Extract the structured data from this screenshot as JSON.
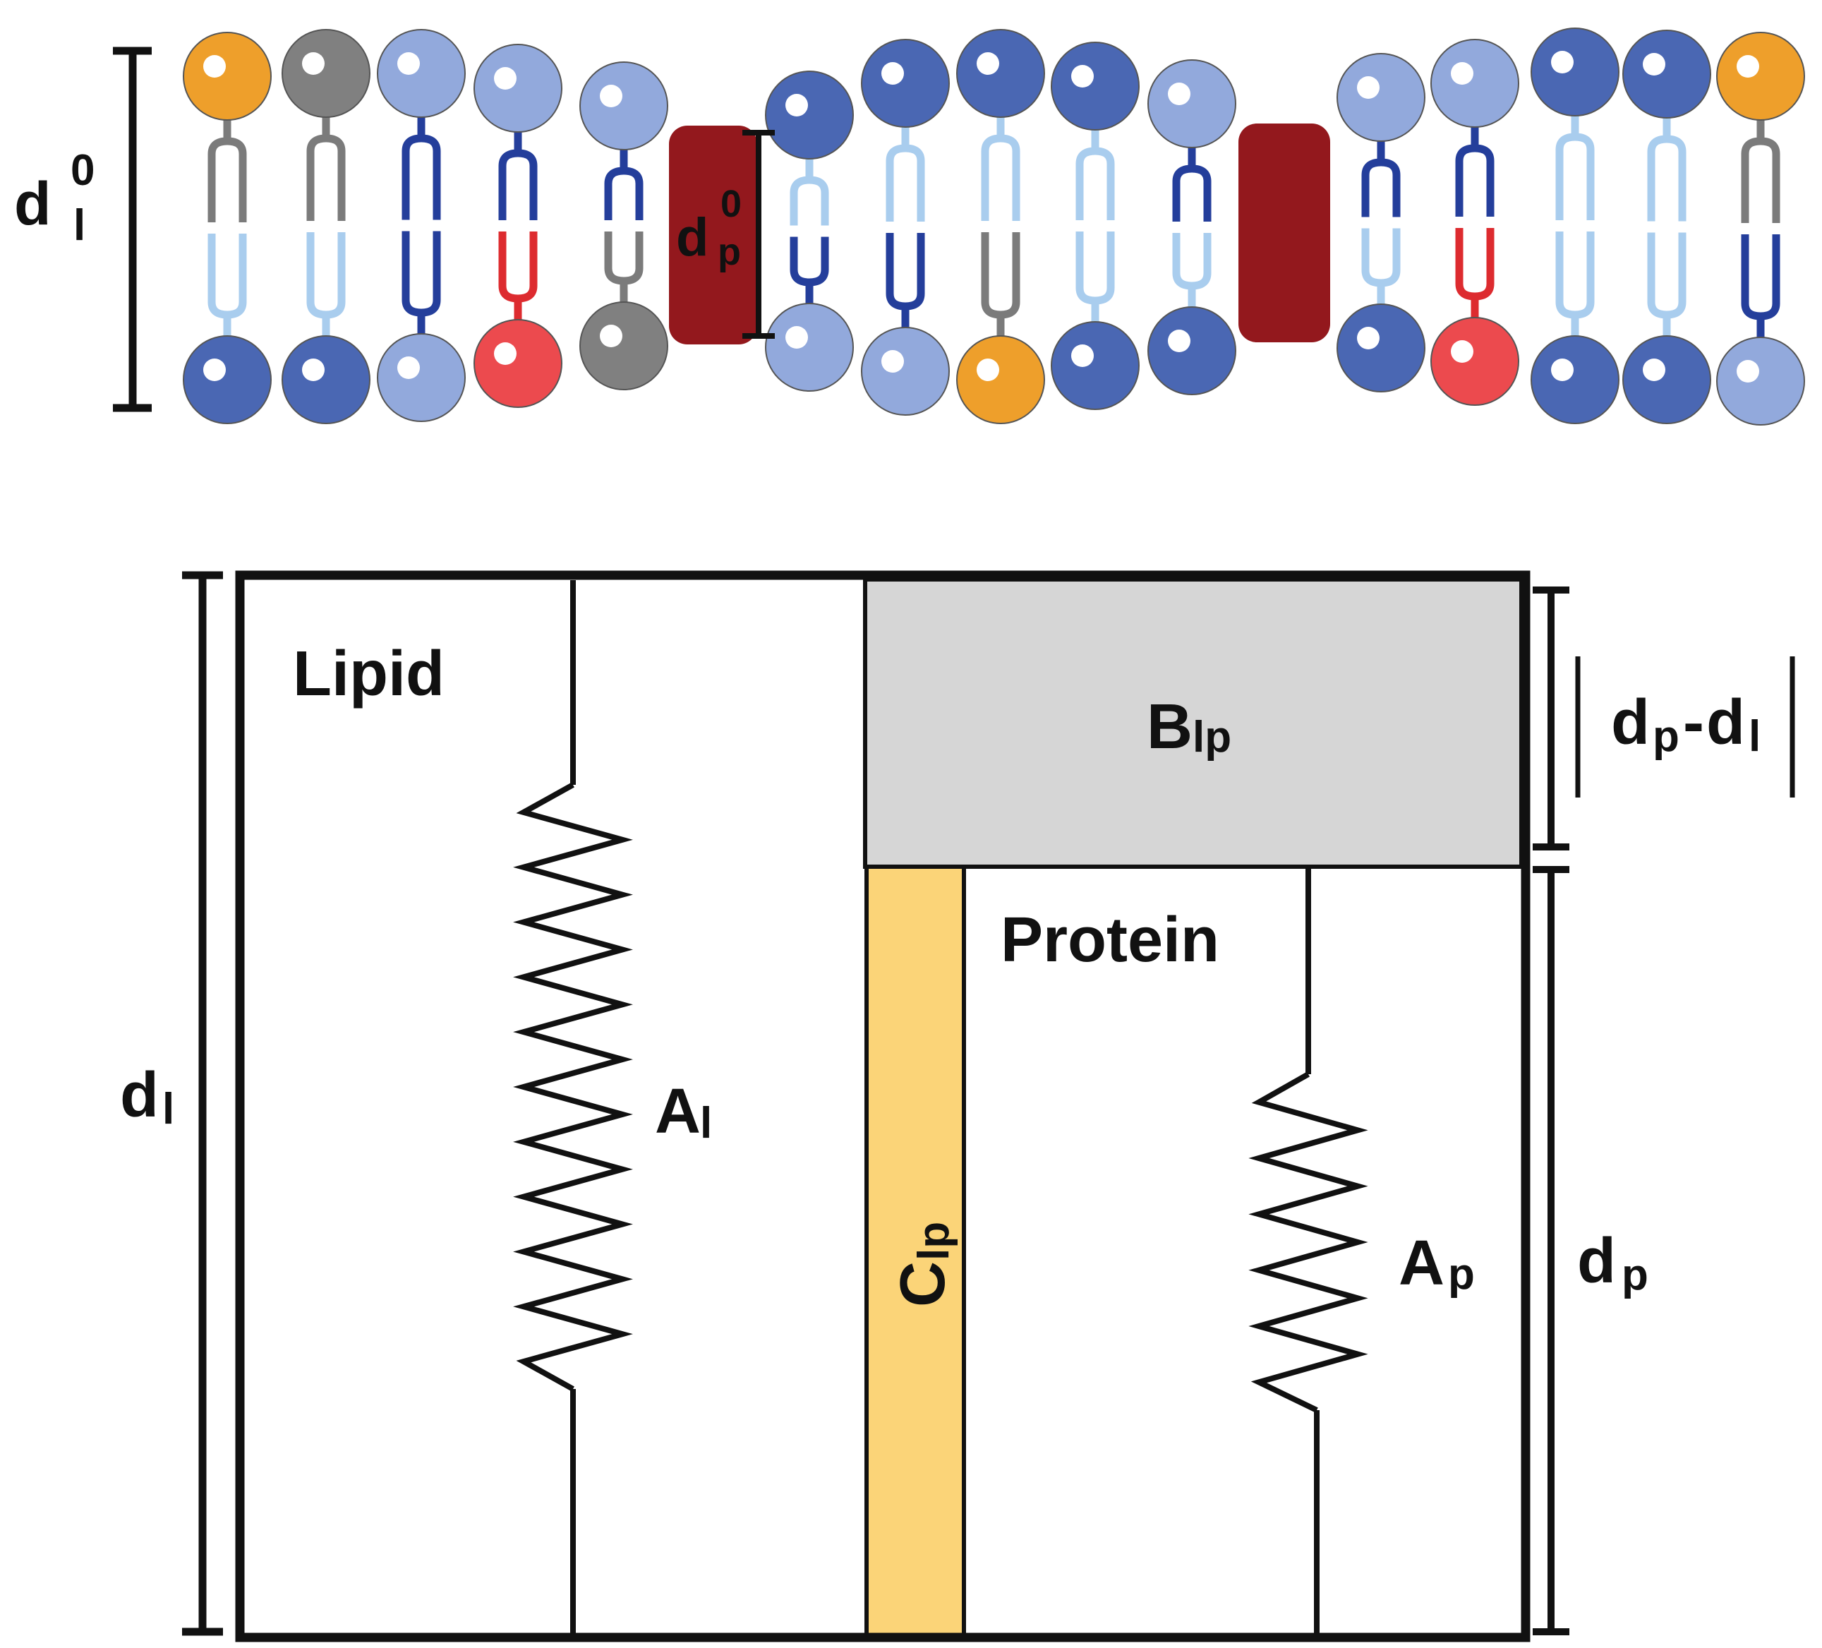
{
  "membrane": {
    "label_d": "d",
    "label_l_sub": "l",
    "label_zero_sup": "0",
    "label_p_sub": "p",
    "lipids": [
      {
        "top": "orange",
        "tail_top": "gray",
        "tail_bottom": "lightblue",
        "bottom": "darkblue"
      },
      {
        "top": "gray",
        "tail_top": "gray",
        "tail_bottom": "lightblue",
        "bottom": "darkblue"
      },
      {
        "top": "lightblue",
        "tail_top": "darkblue",
        "tail_bottom": "darkblue",
        "bottom": "lightblue"
      },
      {
        "top": "lightblue",
        "tail_top": "darkblue",
        "tail_bottom": "red",
        "bottom": "red"
      },
      {
        "top": "lightblue",
        "tail_top": "darkblue",
        "tail_bottom": "gray",
        "bottom": "gray"
      },
      {
        "top": "darkblue",
        "tail_top": "lightblue",
        "tail_bottom": "darkblue",
        "bottom": "lightblue"
      },
      {
        "top": "darkblue",
        "tail_top": "lightblue",
        "tail_bottom": "darkblue",
        "bottom": "lightblue"
      },
      {
        "top": "darkblue",
        "tail_top": "lightblue",
        "tail_bottom": "gray",
        "bottom": "orange"
      },
      {
        "top": "darkblue",
        "tail_top": "lightblue",
        "tail_bottom": "lightblue",
        "bottom": "darkblue"
      },
      {
        "top": "lightblue",
        "tail_top": "darkblue",
        "tail_bottom": "lightblue",
        "bottom": "darkblue"
      },
      {
        "top": "lightblue",
        "tail_top": "darkblue",
        "tail_bottom": "lightblue",
        "bottom": "darkblue"
      },
      {
        "top": "lightblue",
        "tail_top": "darkblue",
        "tail_bottom": "red",
        "bottom": "red"
      },
      {
        "top": "darkblue",
        "tail_top": "lightblue",
        "tail_bottom": "lightblue",
        "bottom": "darkblue"
      },
      {
        "top": "darkblue",
        "tail_top": "lightblue",
        "tail_bottom": "lightblue",
        "bottom": "darkblue"
      },
      {
        "top": "orange",
        "tail_top": "gray",
        "tail_bottom": "darkblue",
        "bottom": "lightblue"
      }
    ]
  },
  "model": {
    "lipid_label": "Lipid",
    "protein_label": "Protein",
    "a_l": {
      "main": "A",
      "sub": "l"
    },
    "a_p": {
      "main": "A",
      "sub": "p"
    },
    "b_lp": {
      "main": "B",
      "sub": "lp"
    },
    "c_lp": {
      "main": "C",
      "sub": "lp"
    },
    "dim_d_l": {
      "main": "d",
      "sub": "l"
    },
    "dim_d_p": {
      "main": "d",
      "sub": "p"
    },
    "dim_diff": {
      "d1": "d",
      "s1": "p",
      "dash": "-",
      "d2": "d",
      "s2": "l"
    }
  },
  "colors": {
    "orange": "#ee9f2b",
    "gray": "#808080",
    "lightblue": "#92a9dc",
    "darkblue": "#4a67b3",
    "red": "#ec4a4e",
    "tail_gray": "#7b7b7b",
    "tail_lightblue": "#a9cdee",
    "tail_darkblue": "#243e9b",
    "tail_red": "#dd2b2f",
    "protein_block": "#93181d",
    "b_fill": "#d6d6d6",
    "c_fill": "#fbd478"
  }
}
